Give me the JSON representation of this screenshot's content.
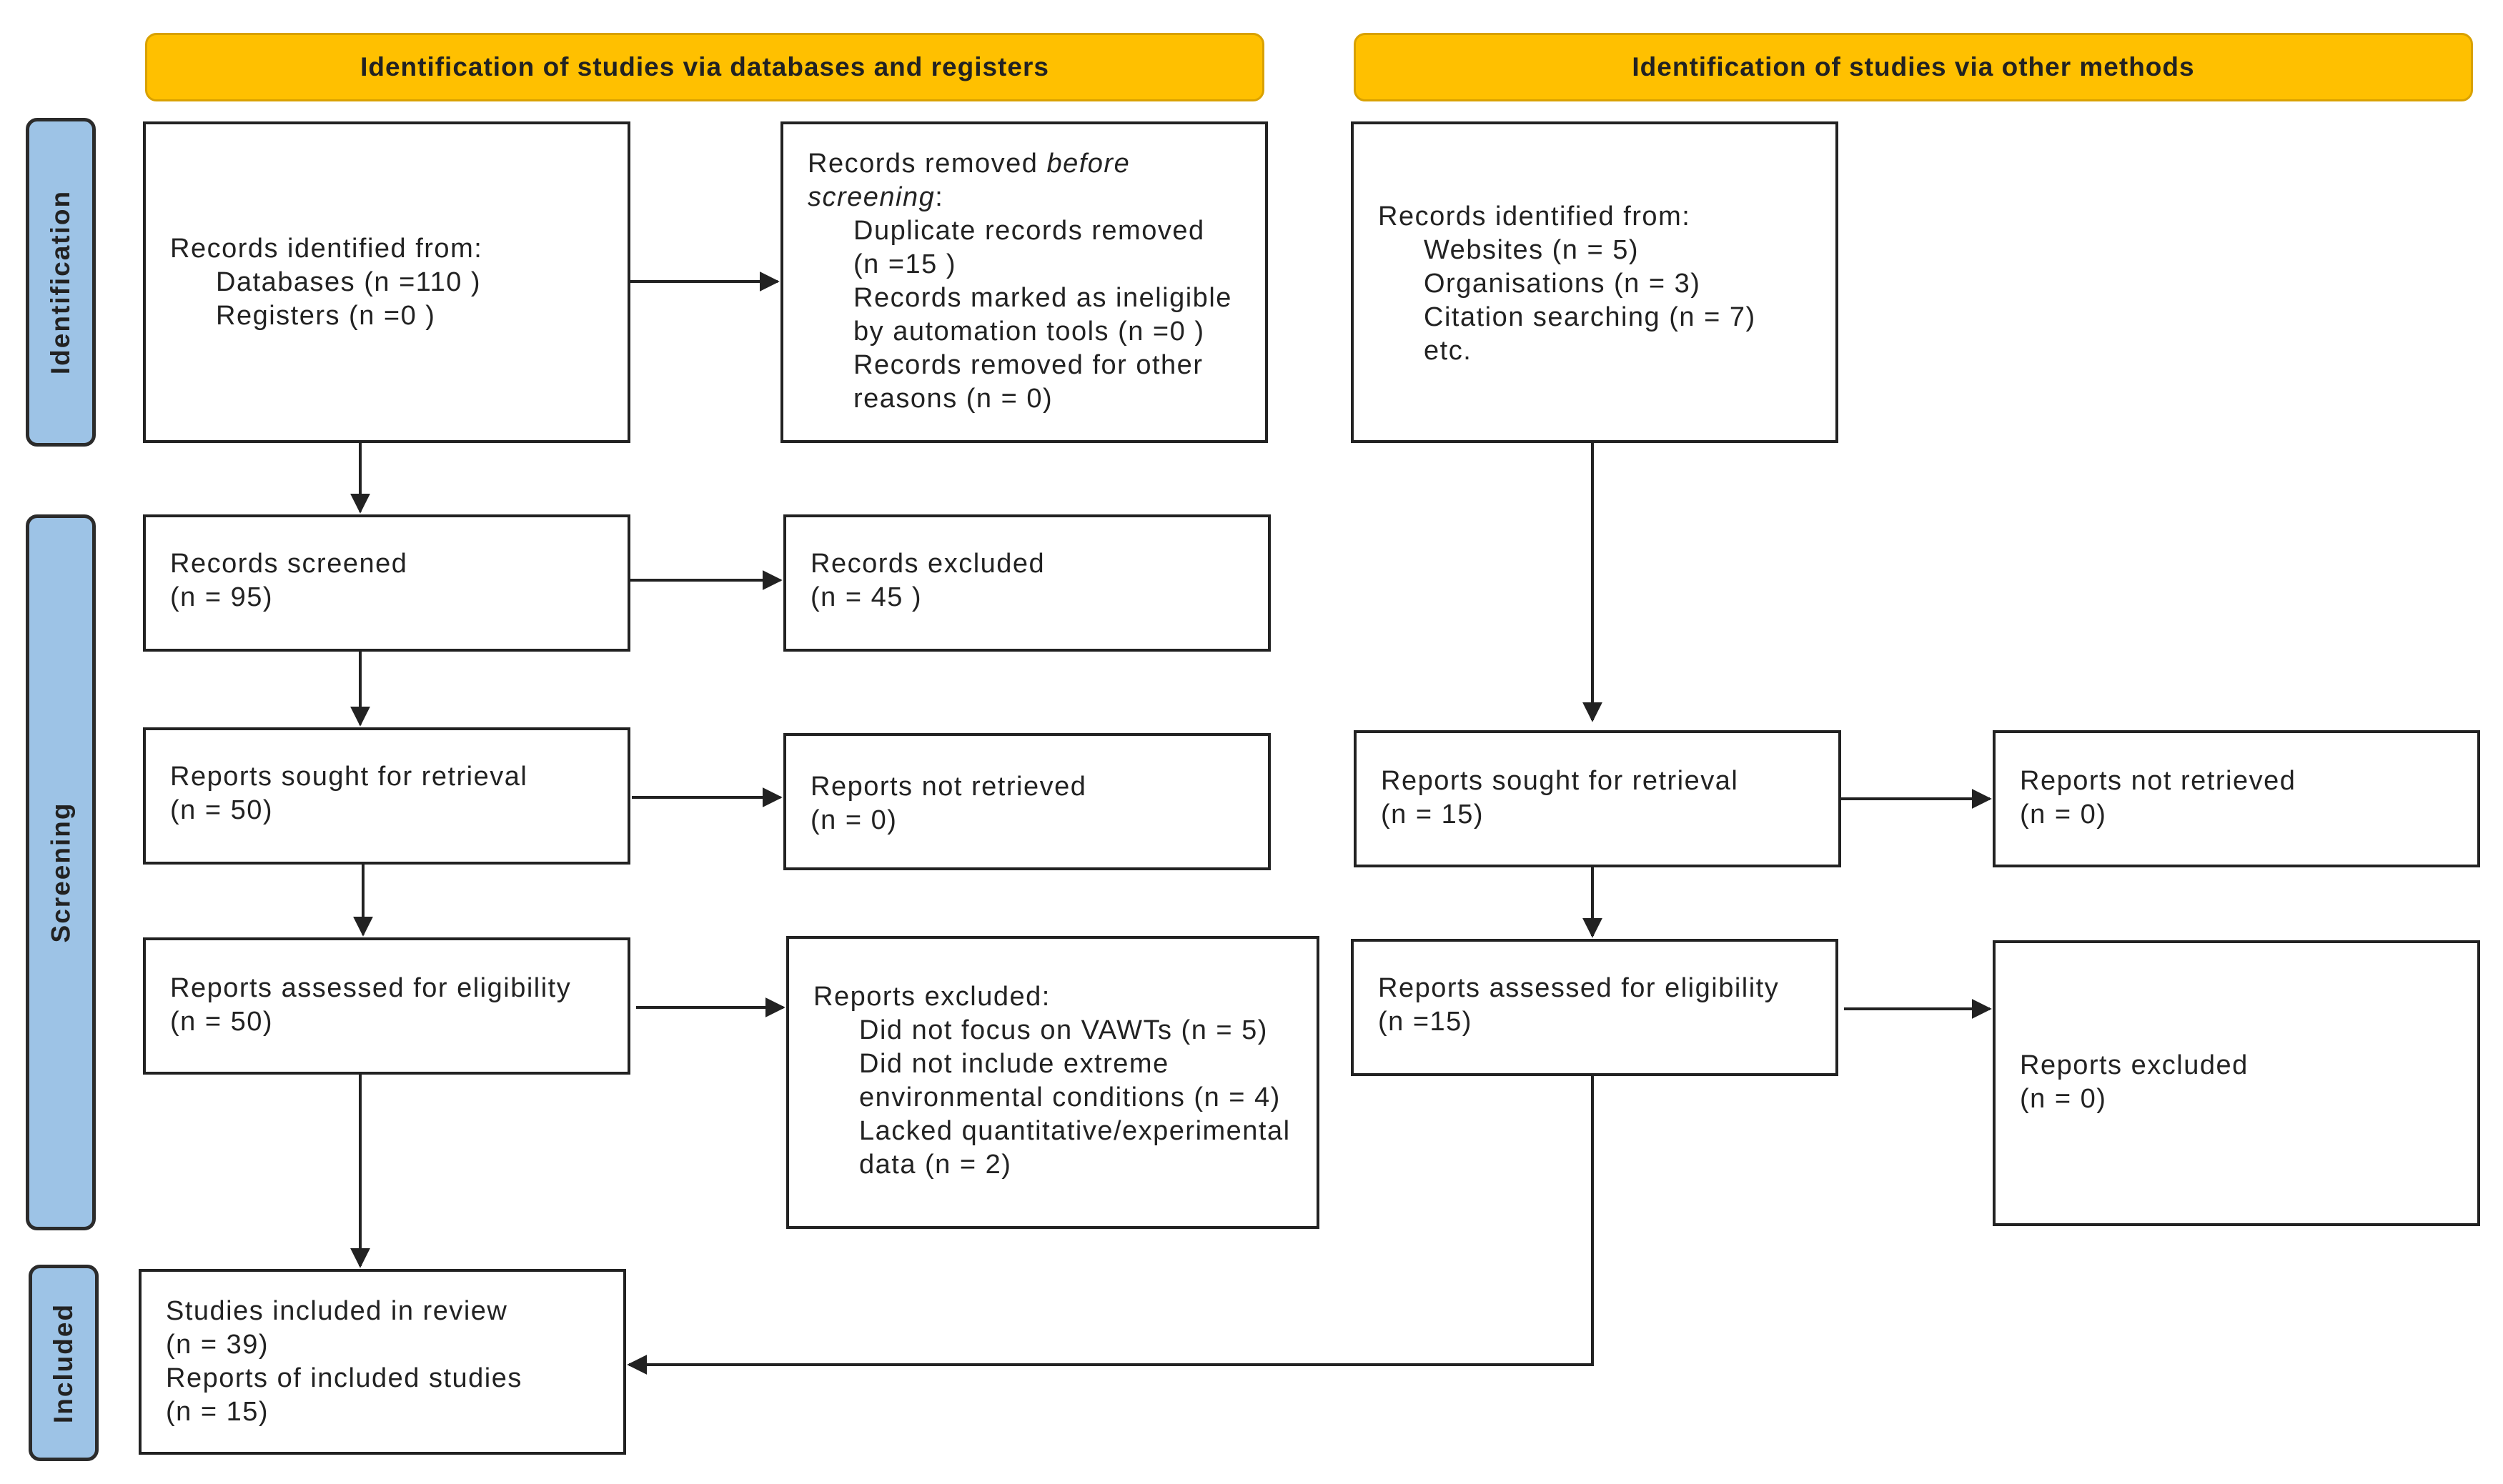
{
  "headers": {
    "databases": "Identification of studies via databases and registers",
    "other": "Identification of studies via other methods"
  },
  "phases": {
    "identification": "Identification",
    "screening": "Screening",
    "included": "Included"
  },
  "boxes": {
    "records_identified_db": {
      "title": "Records identified from:",
      "items": [
        "Databases (n =110 )",
        "Registers (n =0 )"
      ]
    },
    "records_removed": {
      "title_a": "Records removed ",
      "title_em": "before",
      "title_b_em": "screening",
      "title_b": ":",
      "items": [
        "Duplicate records removed",
        "(n =15 )",
        "Records marked as ineligible",
        "by automation tools (n =0 )",
        "Records removed for other",
        "reasons (n = 0)"
      ]
    },
    "records_identified_other": {
      "title": "Records identified from:",
      "items": [
        "Websites (n = 5)",
        "Organisations (n = 3)",
        "Citation searching (n = 7)",
        "etc."
      ]
    },
    "records_screened": {
      "label": "Records screened",
      "count": "(n = 95)"
    },
    "records_excluded": {
      "label": "Records excluded",
      "count": "(n = 45 )"
    },
    "reports_sought_db": {
      "label": "Reports sought for retrieval",
      "count": "(n = 50)"
    },
    "reports_not_retrieved_db": {
      "label": "Reports not retrieved",
      "count": "(n = 0)"
    },
    "reports_sought_other": {
      "label": "Reports sought for retrieval",
      "count": "(n = 15)"
    },
    "reports_not_retrieved_other": {
      "label": "Reports not retrieved",
      "count": "(n = 0)"
    },
    "reports_assessed_db": {
      "label": "Reports assessed for eligibility",
      "count": "(n = 50)"
    },
    "reports_excluded_db": {
      "title": "Reports excluded:",
      "items": [
        "Did not focus on VAWTs (n = 5)",
        "Did not include extreme",
        "environmental conditions (n = 4)",
        "Lacked quantitative/experimental",
        "data (n = 2)"
      ]
    },
    "reports_assessed_other": {
      "label": "Reports assessed for eligibility",
      "count": "(n =15)"
    },
    "reports_excluded_other": {
      "label": "Reports excluded",
      "count": "(n = 0)"
    },
    "studies_included": {
      "lines": [
        "Studies included in review",
        "(n = 39)",
        "Reports of included studies",
        "(n = 15)"
      ]
    }
  },
  "colors": {
    "header_fill": "#FFC000",
    "phase_fill": "#9DC3E6",
    "line": "#222222"
  }
}
